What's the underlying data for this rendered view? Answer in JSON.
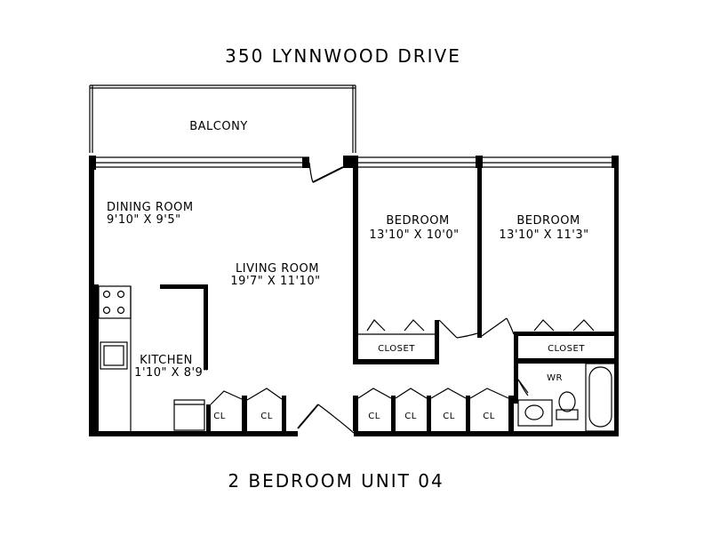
{
  "title": "350 LYNNWOOD DRIVE",
  "subtitle": "2 BEDROOM UNIT 04",
  "rooms": {
    "balcony": {
      "name": "BALCONY"
    },
    "dining": {
      "name": "DINING ROOM",
      "dims": "9'10\" X 9'5\""
    },
    "living": {
      "name": "LIVING ROOM",
      "dims": "19'7\" X 11'10\""
    },
    "kitchen": {
      "name": "KITCHEN",
      "dims": "1'10\" X 8'9\""
    },
    "bedroom1": {
      "name": "BEDROOM",
      "dims": "13'10\" X 10'0\""
    },
    "bedroom2": {
      "name": "BEDROOM",
      "dims": "13'10\" X 11'3\""
    },
    "closet1": {
      "name": "CLOSET"
    },
    "closet2": {
      "name": "CLOSET"
    },
    "washroom": {
      "name": "WR"
    }
  },
  "small_closets": [
    "CL",
    "CL",
    "CL",
    "CL",
    "CL",
    "CL"
  ]
}
